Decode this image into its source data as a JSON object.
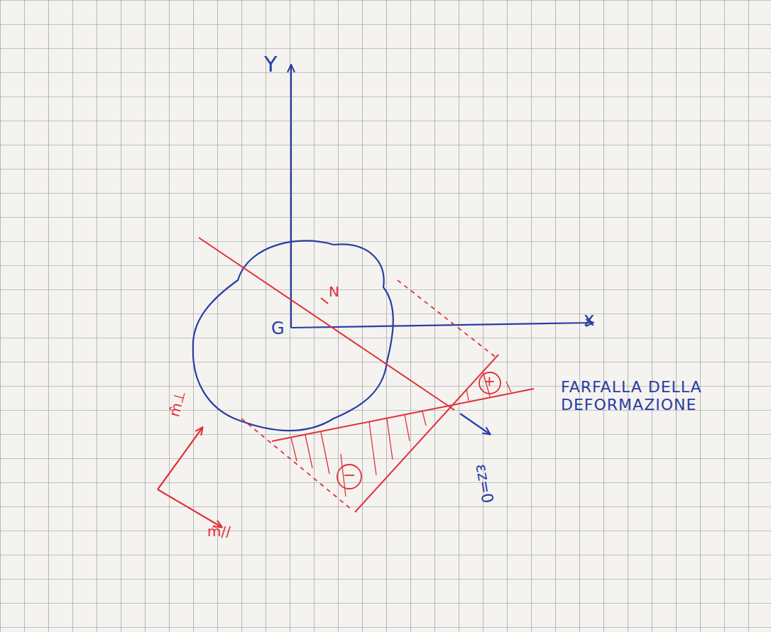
{
  "diagram": {
    "labels": [
      "Y",
      "x",
      "G",
      "N",
      "FARFALLA DELLA DEFORMAZIONE",
      "εz=0",
      "m̂⊥",
      "m̂//",
      "+",
      "−"
    ]
  }
}
